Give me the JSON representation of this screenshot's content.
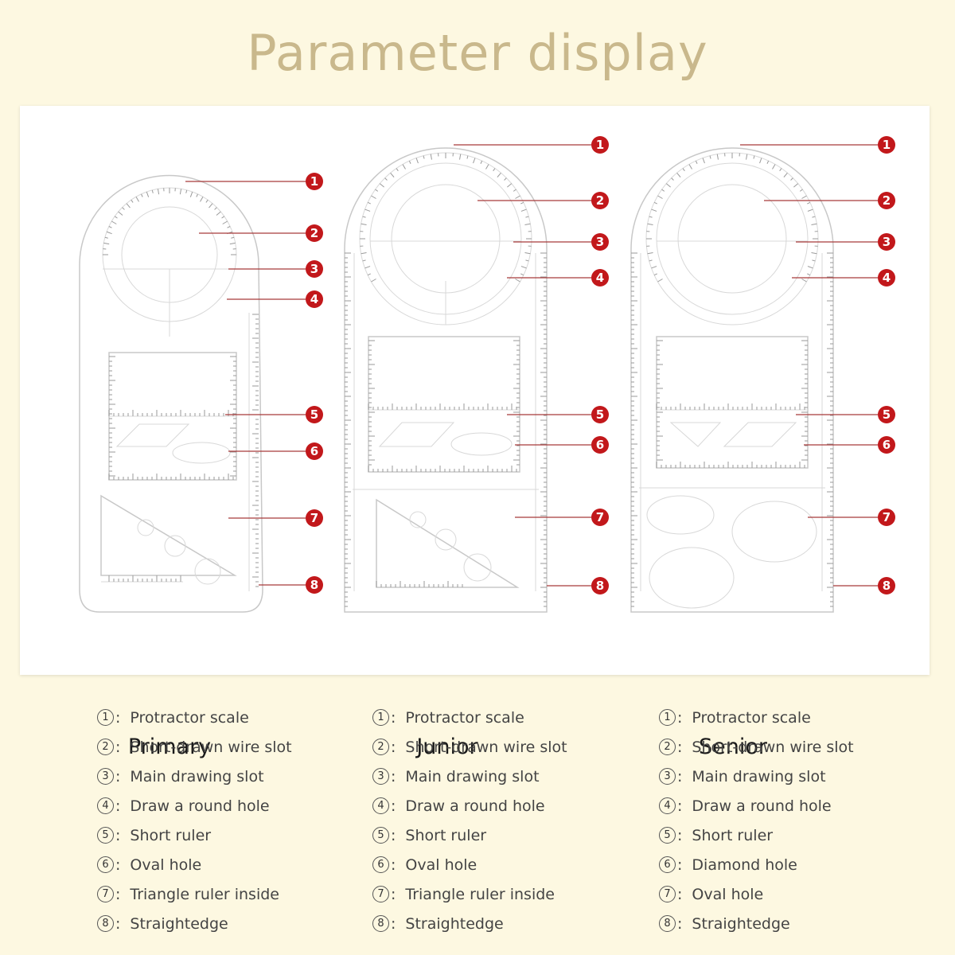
{
  "title": "Parameter display",
  "models": [
    {
      "name": "Primary"
    },
    {
      "name": "Junior"
    },
    {
      "name": "Senior"
    }
  ],
  "legends": [
    {
      "items": [
        {
          "num": "1",
          "label": "Protractor scale"
        },
        {
          "num": "2",
          "label": "Short-drawn wire slot"
        },
        {
          "num": "3",
          "label": "Main drawing slot"
        },
        {
          "num": "4",
          "label": "Draw a round hole"
        },
        {
          "num": "5",
          "label": "Short ruler"
        },
        {
          "num": "6",
          "label": "Oval hole"
        },
        {
          "num": "7",
          "label": "Triangle ruler inside"
        },
        {
          "num": "8",
          "label": "Straightedge"
        }
      ]
    },
    {
      "items": [
        {
          "num": "1",
          "label": "Protractor scale"
        },
        {
          "num": "2",
          "label": "Short-drawn wire slot"
        },
        {
          "num": "3",
          "label": "Main drawing slot"
        },
        {
          "num": "4",
          "label": "Draw a round hole"
        },
        {
          "num": "5",
          "label": "Short ruler"
        },
        {
          "num": "6",
          "label": "Oval hole"
        },
        {
          "num": "7",
          "label": "Triangle ruler inside"
        },
        {
          "num": "8",
          "label": "Straightedge"
        }
      ]
    },
    {
      "items": [
        {
          "num": "1",
          "label": "Protractor scale"
        },
        {
          "num": "2",
          "label": "Short-drawn wire slot"
        },
        {
          "num": "3",
          "label": "Main drawing slot"
        },
        {
          "num": "4",
          "label": "Draw a round hole"
        },
        {
          "num": "5",
          "label": "Short ruler"
        },
        {
          "num": "6",
          "label": "Diamond hole"
        },
        {
          "num": "7",
          "label": "Oval hole"
        },
        {
          "num": "8",
          "label": "Straightedge"
        }
      ]
    }
  ],
  "marker_numbers": [
    "1",
    "2",
    "3",
    "4",
    "5",
    "6",
    "7",
    "8"
  ],
  "colors": {
    "background": "#fdf8e1",
    "title": "#c9b88c",
    "marker": "#c2181b"
  }
}
